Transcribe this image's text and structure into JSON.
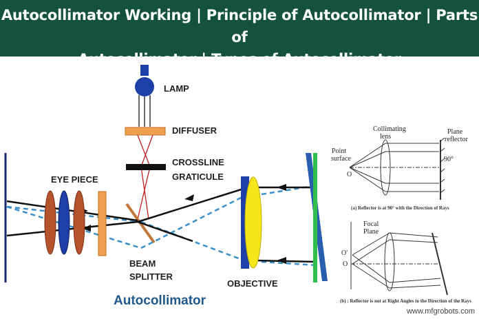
{
  "banner": {
    "line1": "Autocollimator Working | Principle of Autocollimator | Parts of",
    "line2": "Autocollimator | Types of Autocollimator"
  },
  "labels": {
    "lamp": "LAMP",
    "diffuser": "DIFFUSER",
    "crossline": "CROSSLINE",
    "graticule": "GRATICULE",
    "eyepiece": "EYE PIECE",
    "beam": "BEAM",
    "splitter": "SPLITTER",
    "objective": "OBJECTIVE"
  },
  "diagram_title": "Autocollimator",
  "inset_top": {
    "collimating": "Collimating",
    "lens": "lens",
    "plane": "Plane",
    "reflector": "reflector",
    "point": "Point",
    "surface": "surface",
    "origin": "O",
    "angle": "90°",
    "caption": "(a) Reflector is at 90° with the Direction of Rays"
  },
  "inset_bottom": {
    "focal": "Focal",
    "plane": "Plane",
    "o_prime": "O'",
    "origin": "O",
    "caption": "(b) : Reflector is not at Right Angles to the Direction of the Rays"
  },
  "watermark": "www.mfgrobots.com",
  "colors": {
    "banner": "#14523f",
    "title_text": "#1f5a8a",
    "lens_brown": "#b5542c",
    "lens_blue": "#1f3fa8",
    "objective_yellow": "#f5e61a",
    "diffuser_orange": "#f0a050",
    "dashed_ray": "#3a8fc8",
    "reflector_green": "#2fbf4a"
  }
}
